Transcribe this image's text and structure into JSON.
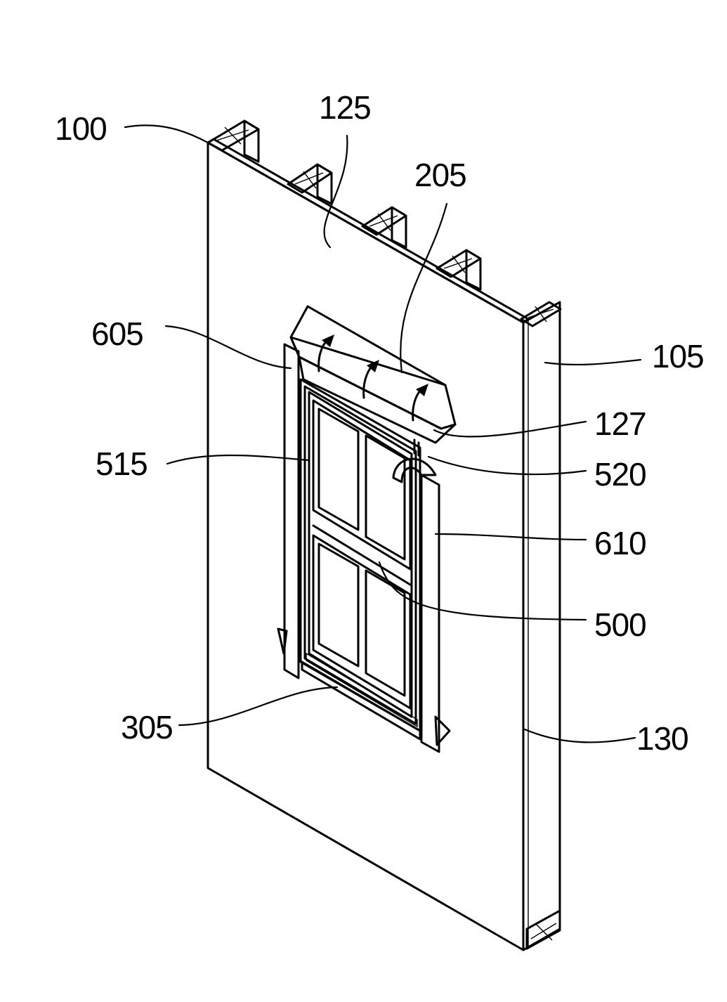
{
  "figure": {
    "type": "patent-drawing",
    "subject": "wall panel with window, head flashing and side jamb flashing",
    "reference_numerals": {
      "wall_panel": "100",
      "edge": "105",
      "face": "125",
      "head_flashing_underside": "127",
      "bottom_edge": "130",
      "head_flashing": "205",
      "sill_flashing": "305",
      "window": "500",
      "window_frame": "515",
      "head_gap": "520",
      "left_jamb": "605",
      "right_jamb": "610"
    }
  }
}
